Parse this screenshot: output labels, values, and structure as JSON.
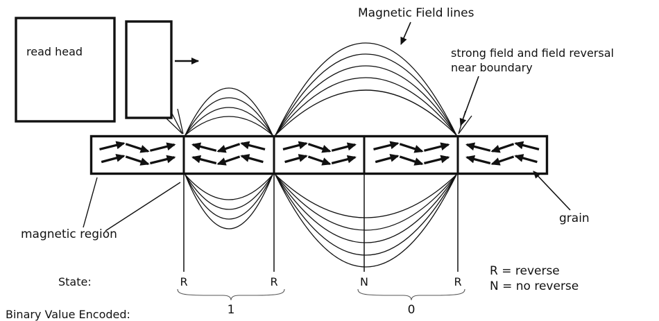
{
  "diagram": {
    "read_head": {
      "label": "read head"
    },
    "annotations": {
      "field_lines": "Magnetic Field lines",
      "strong_field_line1": "strong field and field reversal",
      "strong_field_line2": "near boundary",
      "magnetic_region": "magnetic region",
      "grain": "grain"
    },
    "legend": {
      "reverse": "R = reverse",
      "no_reverse": "N = no reverse"
    },
    "state_row": {
      "label": "State:",
      "states": [
        "R",
        "R",
        "N",
        "R"
      ]
    },
    "binary": {
      "label": "Binary Value Encoded:",
      "values": [
        "1",
        "0"
      ]
    },
    "medium": {
      "boundaries": [
        130,
        265,
        395,
        525,
        660,
        790
      ],
      "regions": [
        {
          "direction": "right"
        },
        {
          "direction": "left"
        },
        {
          "direction": "right"
        },
        {
          "direction": "right"
        },
        {
          "direction": "left"
        }
      ]
    },
    "colors": {
      "ink": "#111111",
      "background": "#ffffff"
    }
  }
}
